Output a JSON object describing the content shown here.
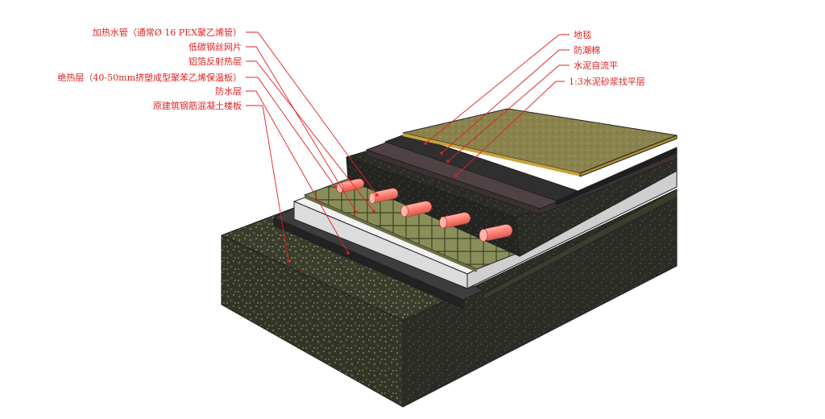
{
  "diagram": {
    "labels_left": [
      "加热水管（通常Ø 16 PEX聚乙烯管）",
      "低碳钢丝网片",
      "铝箔反射热层",
      "绝热层（40-50mm挤塑成型聚苯乙烯保温板）",
      "防水层",
      "原建筑钢筋混凝土楼板"
    ],
    "labels_right": [
      "地毯",
      "防潮棉",
      "水泥自流平",
      "1:3水泥砂浆找平层"
    ],
    "colors": {
      "label": "#e02020",
      "concrete_slab": "#3b3d2c",
      "waterproof": "#3a3a3a",
      "insulation": "#e8e8e8",
      "mesh_foil": "#8a8f5a",
      "pipe": "#ff8a80",
      "screed": "#2a2a2a",
      "selfleveling": "#5a4a4c",
      "moisture_barrier": "#2e2e2e",
      "carpet": "#8d8650"
    }
  }
}
